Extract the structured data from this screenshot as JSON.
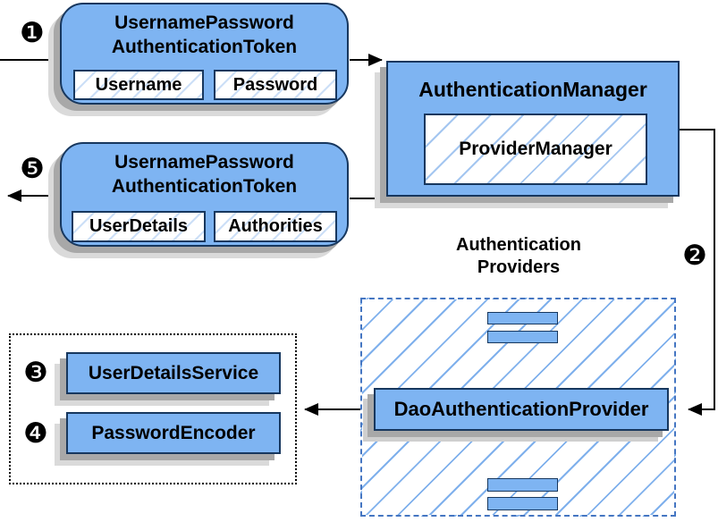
{
  "diagram": {
    "badges": {
      "step1": "❶",
      "step2": "❷",
      "step3": "❸",
      "step4": "❹",
      "step5": "❺"
    },
    "token_request": {
      "title_line1": "UsernamePassword",
      "title_line2": "AuthenticationToken",
      "fields": [
        "Username",
        "Password"
      ]
    },
    "auth_manager": {
      "title": "AuthenticationManager",
      "inner": "ProviderManager"
    },
    "token_response": {
      "title_line1": "UsernamePassword",
      "title_line2": "AuthenticationToken",
      "fields": [
        "UserDetails",
        "Authorities"
      ]
    },
    "providers_group": {
      "label_line1": "Authentication",
      "label_line2": "Providers",
      "dao": "DaoAuthenticationProvider"
    },
    "beans_group": {
      "items": [
        {
          "label": "UserDetailsService"
        },
        {
          "label": "PasswordEncoder"
        }
      ]
    }
  },
  "colors": {
    "node_fill": "#7eb4f2",
    "node_border": "#17375e",
    "hatch_line": "#7fb0ec",
    "dashed_border": "#4576c2",
    "dotted_border": "#000000",
    "shadow_dark": "#a8a8a8",
    "shadow_light": "#dadada",
    "arrow": "#000000"
  }
}
